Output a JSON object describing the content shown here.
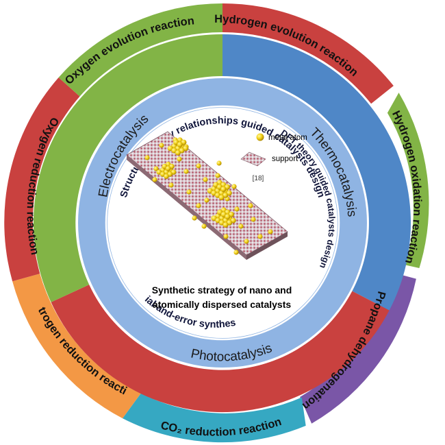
{
  "outer_ring": {
    "segments": [
      {
        "label": "Hydrogen evolution reaction",
        "color": "#c9413f"
      },
      {
        "label": "Hydrogen oxidation reaction",
        "color": "#82b446"
      },
      {
        "label": "Propane dehydrogenation",
        "color": "#7a56a7"
      },
      {
        "label": "CO₂ reduction reaction",
        "color": "#36a8c2"
      },
      {
        "label": "Nitrogen reduction reaction",
        "color": "#f39845"
      },
      {
        "label": "Oxygen reduction reaction",
        "color": "#c9413f"
      },
      {
        "label": "Oxygen evolution reaction",
        "color": "#82b446"
      }
    ]
  },
  "middle_ring": {
    "segments": [
      {
        "label": "Thermocatalysis",
        "color": "#4f87c7"
      },
      {
        "label": "Photocatalysis",
        "color": "#c9413f"
      },
      {
        "label": "Electrocatalysis",
        "color": "#82b446"
      }
    ]
  },
  "inner_ring": {
    "color": "#8fb4e3",
    "labels": {
      "top": "Structure-activity relationships guided catalysts design",
      "right": "DFT theory guided catalysts design",
      "bottom": "Trial-and-error synthesis"
    }
  },
  "center": {
    "title_line1": "Synthetic strategy of nano and",
    "title_line2": "atomically dispersed catalysts",
    "legend_metal": "metal atom",
    "legend_support": "support",
    "reference": "[18]"
  }
}
